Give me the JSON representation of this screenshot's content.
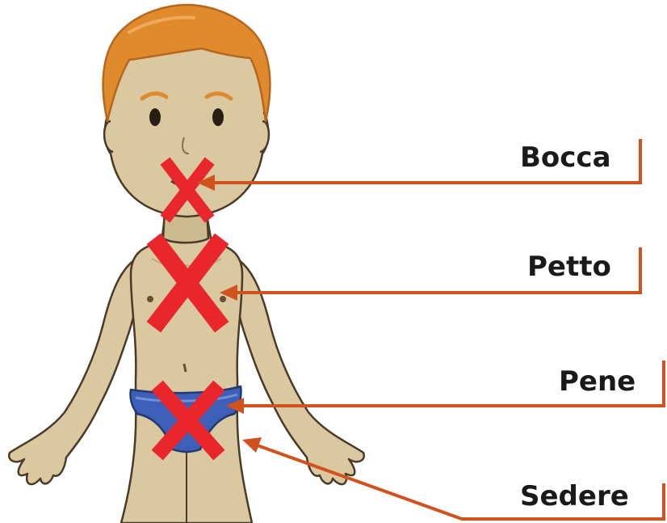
{
  "labels": {
    "mouth": "Bocca",
    "chest": "Petto",
    "penis": "Pene",
    "bottom": "Sedere"
  },
  "colors": {
    "skin": "#d9c8a0",
    "skin_shadow": "#bfa97e",
    "outline": "#4a3a28",
    "hair": "#e08a2e",
    "hair_dark": "#b8661c",
    "briefs": "#3d5fb8",
    "x_mark": "#e8262b",
    "pointer": "#d2521e",
    "label_text": "#1a1a1a"
  }
}
